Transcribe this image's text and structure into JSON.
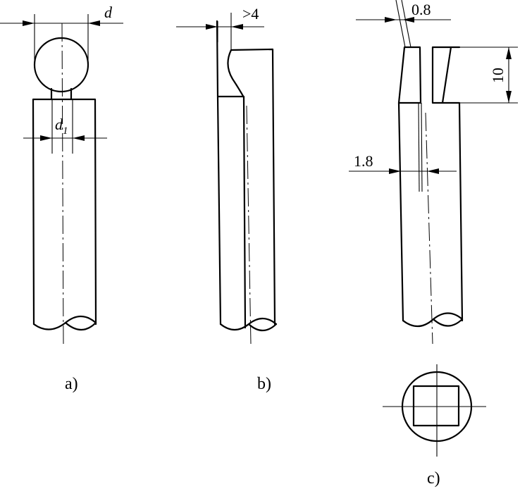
{
  "figures": [
    {
      "caption": "a)",
      "dimensions": {
        "outer": "d",
        "inner_base": "d",
        "inner_subscript": "1"
      }
    },
    {
      "caption": "b)",
      "dimensions": {
        "offset": ">4"
      }
    },
    {
      "caption": "c)",
      "dimensions": {
        "slot_width": "0.8",
        "height": "10",
        "lower_width": "1.8"
      }
    }
  ]
}
